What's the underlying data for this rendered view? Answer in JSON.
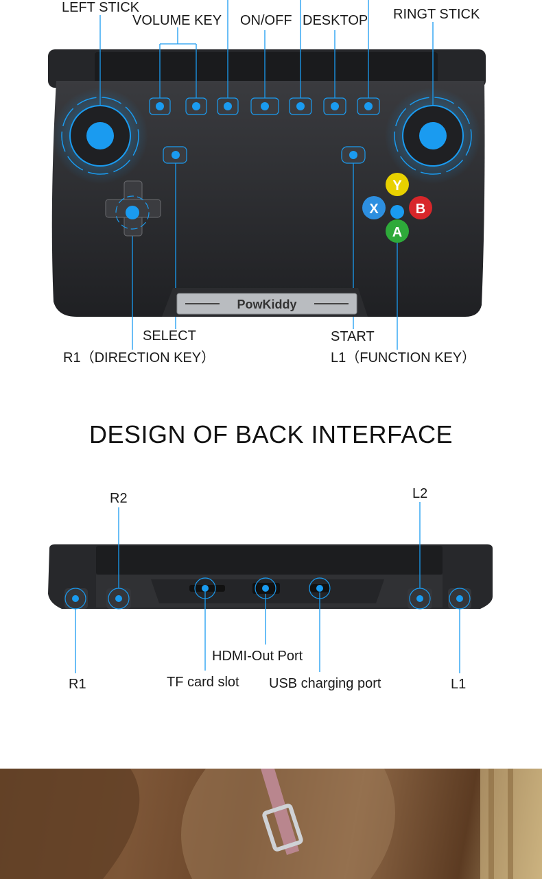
{
  "front_labels": {
    "left_stick": "LEFT STICK",
    "volume_key": "VOLUME KEY",
    "on_off": "ON/OFF",
    "desktop": "DESKTOP",
    "right_stick": "RINGT STICK",
    "select": "SELECT",
    "direction_key": "R1（DIRECTION KEY）",
    "start": "START",
    "function_key": "L1（FUNCTION KEY）"
  },
  "brand": "PowKiddy",
  "face_buttons": {
    "y": "Y",
    "x": "X",
    "b": "B",
    "a": "A"
  },
  "section_title": "DESIGN OF BACK INTERFACE",
  "back_labels": {
    "r2": "R2",
    "l2": "L2",
    "r1": "R1",
    "tf_card": "TF card slot",
    "hdmi": "HDMI-Out Port",
    "usb": "USB charging port",
    "l1": "L1"
  },
  "colors": {
    "accent": "#1a9bf0",
    "body": "#2a2b2e",
    "button_y": "#e8d100",
    "button_x": "#2d8fe0",
    "button_b": "#d8262a",
    "button_a": "#2eaa3a"
  }
}
